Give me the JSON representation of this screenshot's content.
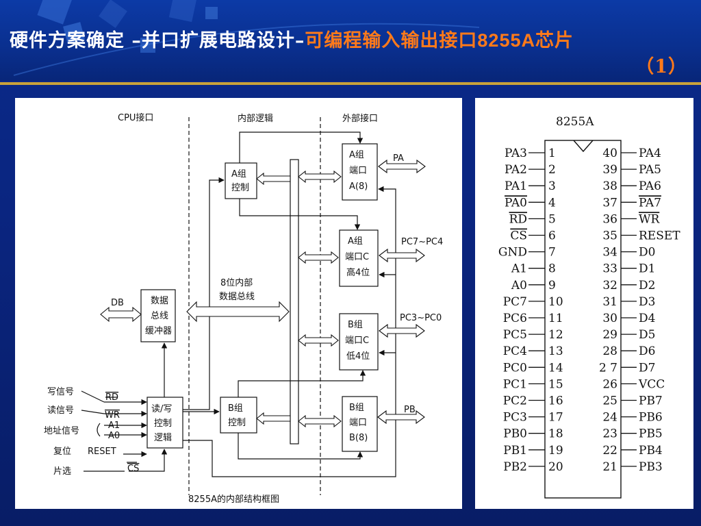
{
  "slide": {
    "title_white": "硬件方案确定 –并口扩展电路设计–",
    "title_orange": "可编程输入输出接口",
    "title_bold": "8255A",
    "title_tail": "芯片",
    "title_line2": "（1）"
  },
  "block_diagram": {
    "section_cpu": "CPU接口",
    "section_internal": "内部逻辑",
    "section_external": "外部接口",
    "caption": "8255A的内部结构框图",
    "bus_label_1": "8位内部",
    "bus_label_2": "数据总线",
    "db": "DB",
    "blocks": {
      "a_ctrl": [
        "A组",
        "控制"
      ],
      "b_ctrl": [
        "B组",
        "控制"
      ],
      "buffer": [
        "数据",
        "总线",
        "缓冲器"
      ],
      "rw": [
        "读/写",
        "控制",
        "逻辑"
      ],
      "port_a": [
        "A组",
        "端口",
        "A(8)"
      ],
      "port_ch": [
        "A组",
        "端口C",
        "高4位"
      ],
      "port_cl": [
        "B组",
        "端口C",
        "低4位"
      ],
      "port_b": [
        "B组",
        "端口",
        "B(8)"
      ]
    },
    "port_labels": {
      "pa": "PA",
      "pc_hi": "PC7~PC4",
      "pc_lo": "PC3~PC0",
      "pb": "PB"
    },
    "signals": [
      {
        "cn": "写信号",
        "sig": "RD"
      },
      {
        "cn": "读信号",
        "sig": "WR"
      },
      {
        "cn": "地址信号",
        "sig": "A1"
      },
      {
        "cn": "",
        "sig": "A0"
      },
      {
        "cn": "复位",
        "sig": "RESET"
      },
      {
        "cn": "片选",
        "sig": "CS"
      }
    ]
  },
  "pinout": {
    "chip": "8255A",
    "left": [
      {
        "name": "PA3",
        "num": "1"
      },
      {
        "name": "PA2",
        "num": "2"
      },
      {
        "name": "PA1",
        "num": "3"
      },
      {
        "name": "PA0",
        "num": "4"
      },
      {
        "name": "RD",
        "num": "5"
      },
      {
        "name": "CS",
        "num": "6"
      },
      {
        "name": "GND",
        "num": "7"
      },
      {
        "name": "A1",
        "num": "8"
      },
      {
        "name": "A0",
        "num": "9"
      },
      {
        "name": "PC7",
        "num": "10"
      },
      {
        "name": "PC6",
        "num": "11"
      },
      {
        "name": "PC5",
        "num": "12"
      },
      {
        "name": "PC4",
        "num": "13"
      },
      {
        "name": "PC0",
        "num": "14"
      },
      {
        "name": "PC1",
        "num": "15"
      },
      {
        "name": "PC2",
        "num": "16"
      },
      {
        "name": "PC3",
        "num": "17"
      },
      {
        "name": "PB0",
        "num": "18"
      },
      {
        "name": "PB1",
        "num": "19"
      },
      {
        "name": "PB2",
        "num": "20"
      }
    ],
    "right": [
      {
        "name": "PA4",
        "num": "40"
      },
      {
        "name": "PA5",
        "num": "39"
      },
      {
        "name": "PA6",
        "num": "38"
      },
      {
        "name": "PA7",
        "num": "37"
      },
      {
        "name": "WR",
        "num": "36"
      },
      {
        "name": "RESET",
        "num": "35"
      },
      {
        "name": "D0",
        "num": "34"
      },
      {
        "name": "D1",
        "num": "33"
      },
      {
        "name": "D2",
        "num": "32"
      },
      {
        "name": "D3",
        "num": "31"
      },
      {
        "name": "D4",
        "num": "30"
      },
      {
        "name": "D5",
        "num": "29"
      },
      {
        "name": "D6",
        "num": "28"
      },
      {
        "name": "D7",
        "num": "2 7"
      },
      {
        "name": "VCC",
        "num": "26"
      },
      {
        "name": "PB7",
        "num": "25"
      },
      {
        "name": "PB6",
        "num": "24"
      },
      {
        "name": "PB5",
        "num": "23"
      },
      {
        "name": "PB4",
        "num": "22"
      },
      {
        "name": "PB3",
        "num": "21"
      }
    ],
    "overlined": [
      "RD",
      "CS",
      "WR",
      "PA0",
      "PA7"
    ]
  },
  "colors": {
    "title_accent": "#ff7a1a",
    "rule": "#c9a23a",
    "background": "#0a2580"
  }
}
